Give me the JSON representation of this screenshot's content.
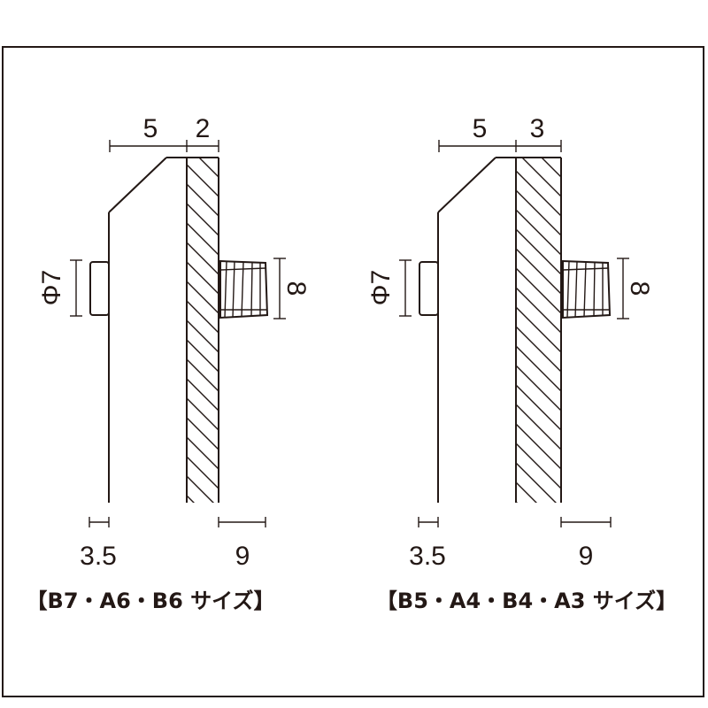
{
  "colors": {
    "line": "#231815",
    "background": "#ffffff"
  },
  "diagrams": [
    {
      "dim_top_left": "5",
      "dim_top_right": "2",
      "dim_hole": "Φ7",
      "dim_knob": "8",
      "dim_bottom_left": "3.5",
      "dim_bottom_right": "9",
      "caption": "【B7・A6・B6 サイズ】"
    },
    {
      "dim_top_left": "5",
      "dim_top_right": "3",
      "dim_hole": "Φ7",
      "dim_knob": "8",
      "dim_bottom_left": "3.5",
      "dim_bottom_right": "9",
      "caption": "【B5・A4・B4・A3 サイズ】"
    }
  ]
}
